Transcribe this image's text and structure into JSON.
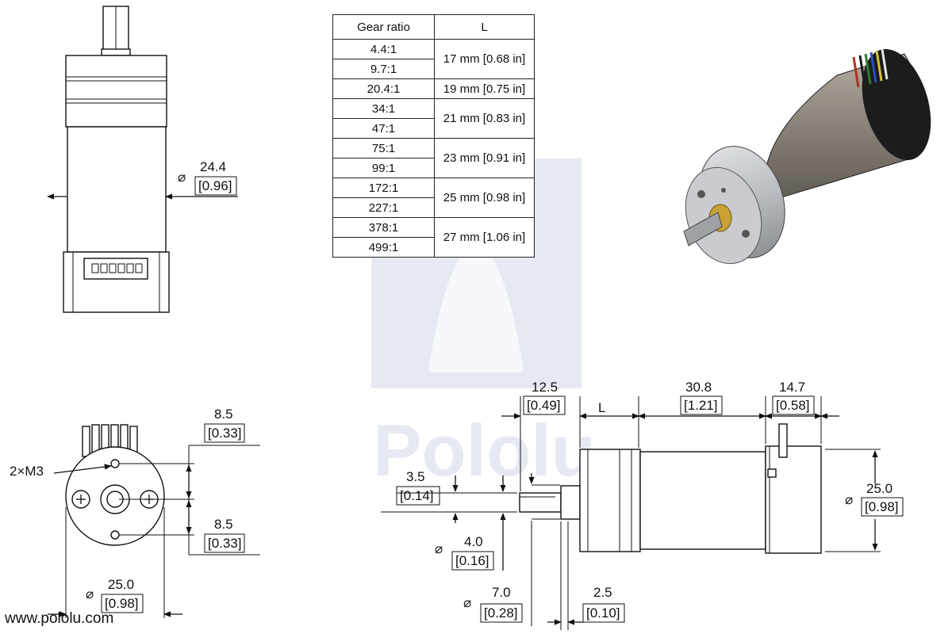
{
  "table": {
    "header_ratio": "Gear ratio",
    "header_length": "L",
    "groups": [
      {
        "ratios": [
          "4.4:1",
          "9.7:1"
        ],
        "length": "17 mm [0.68 in]"
      },
      {
        "ratios": [
          "20.4:1"
        ],
        "length": "19 mm [0.75 in]"
      },
      {
        "ratios": [
          "34:1",
          "47:1"
        ],
        "length": "21 mm [0.83 in]"
      },
      {
        "ratios": [
          "75:1",
          "99:1"
        ],
        "length": "23 mm [0.91 in]"
      },
      {
        "ratios": [
          "172:1",
          "227:1"
        ],
        "length": "25 mm [0.98 in]"
      },
      {
        "ratios": [
          "378:1",
          "499:1"
        ],
        "length": "27 mm [1.06 in]"
      }
    ]
  },
  "dims": {
    "top_dia_mm": "24.4",
    "top_dia_in": "[0.96]",
    "m3": "2×M3",
    "hole_top_mm": "8.5",
    "hole_top_in": "[0.33]",
    "hole_bot_mm": "8.5",
    "hole_bot_in": "[0.33]",
    "face_dia_mm": "25.0",
    "face_dia_in": "[0.98]",
    "shaft_len_mm": "12.5",
    "shaft_len_in": "[0.49]",
    "gear_len": "L",
    "motor_len_mm": "30.8",
    "motor_len_in": "[1.21]",
    "enc_len_mm": "14.7",
    "enc_len_in": "[0.58]",
    "side_dia_mm": "25.0",
    "side_dia_in": "[0.98]",
    "flat_mm": "3.5",
    "flat_in": "[0.14]",
    "shaft_dia_mm": "4.0",
    "shaft_dia_in": "[0.16]",
    "bush_dia_mm": "7.0",
    "bush_dia_in": "[0.28]",
    "bush_len_mm": "2.5",
    "bush_len_in": "[0.10]",
    "dia_symbol": "⌀"
  },
  "footer": {
    "url": "www.pololu.com"
  },
  "colors": {
    "motor_can": "#8c857c",
    "gearbox": "#c8cacd",
    "bushing": "#c9a235",
    "encoder": "#1c1c1c",
    "watermark": "#e6e9f2"
  }
}
